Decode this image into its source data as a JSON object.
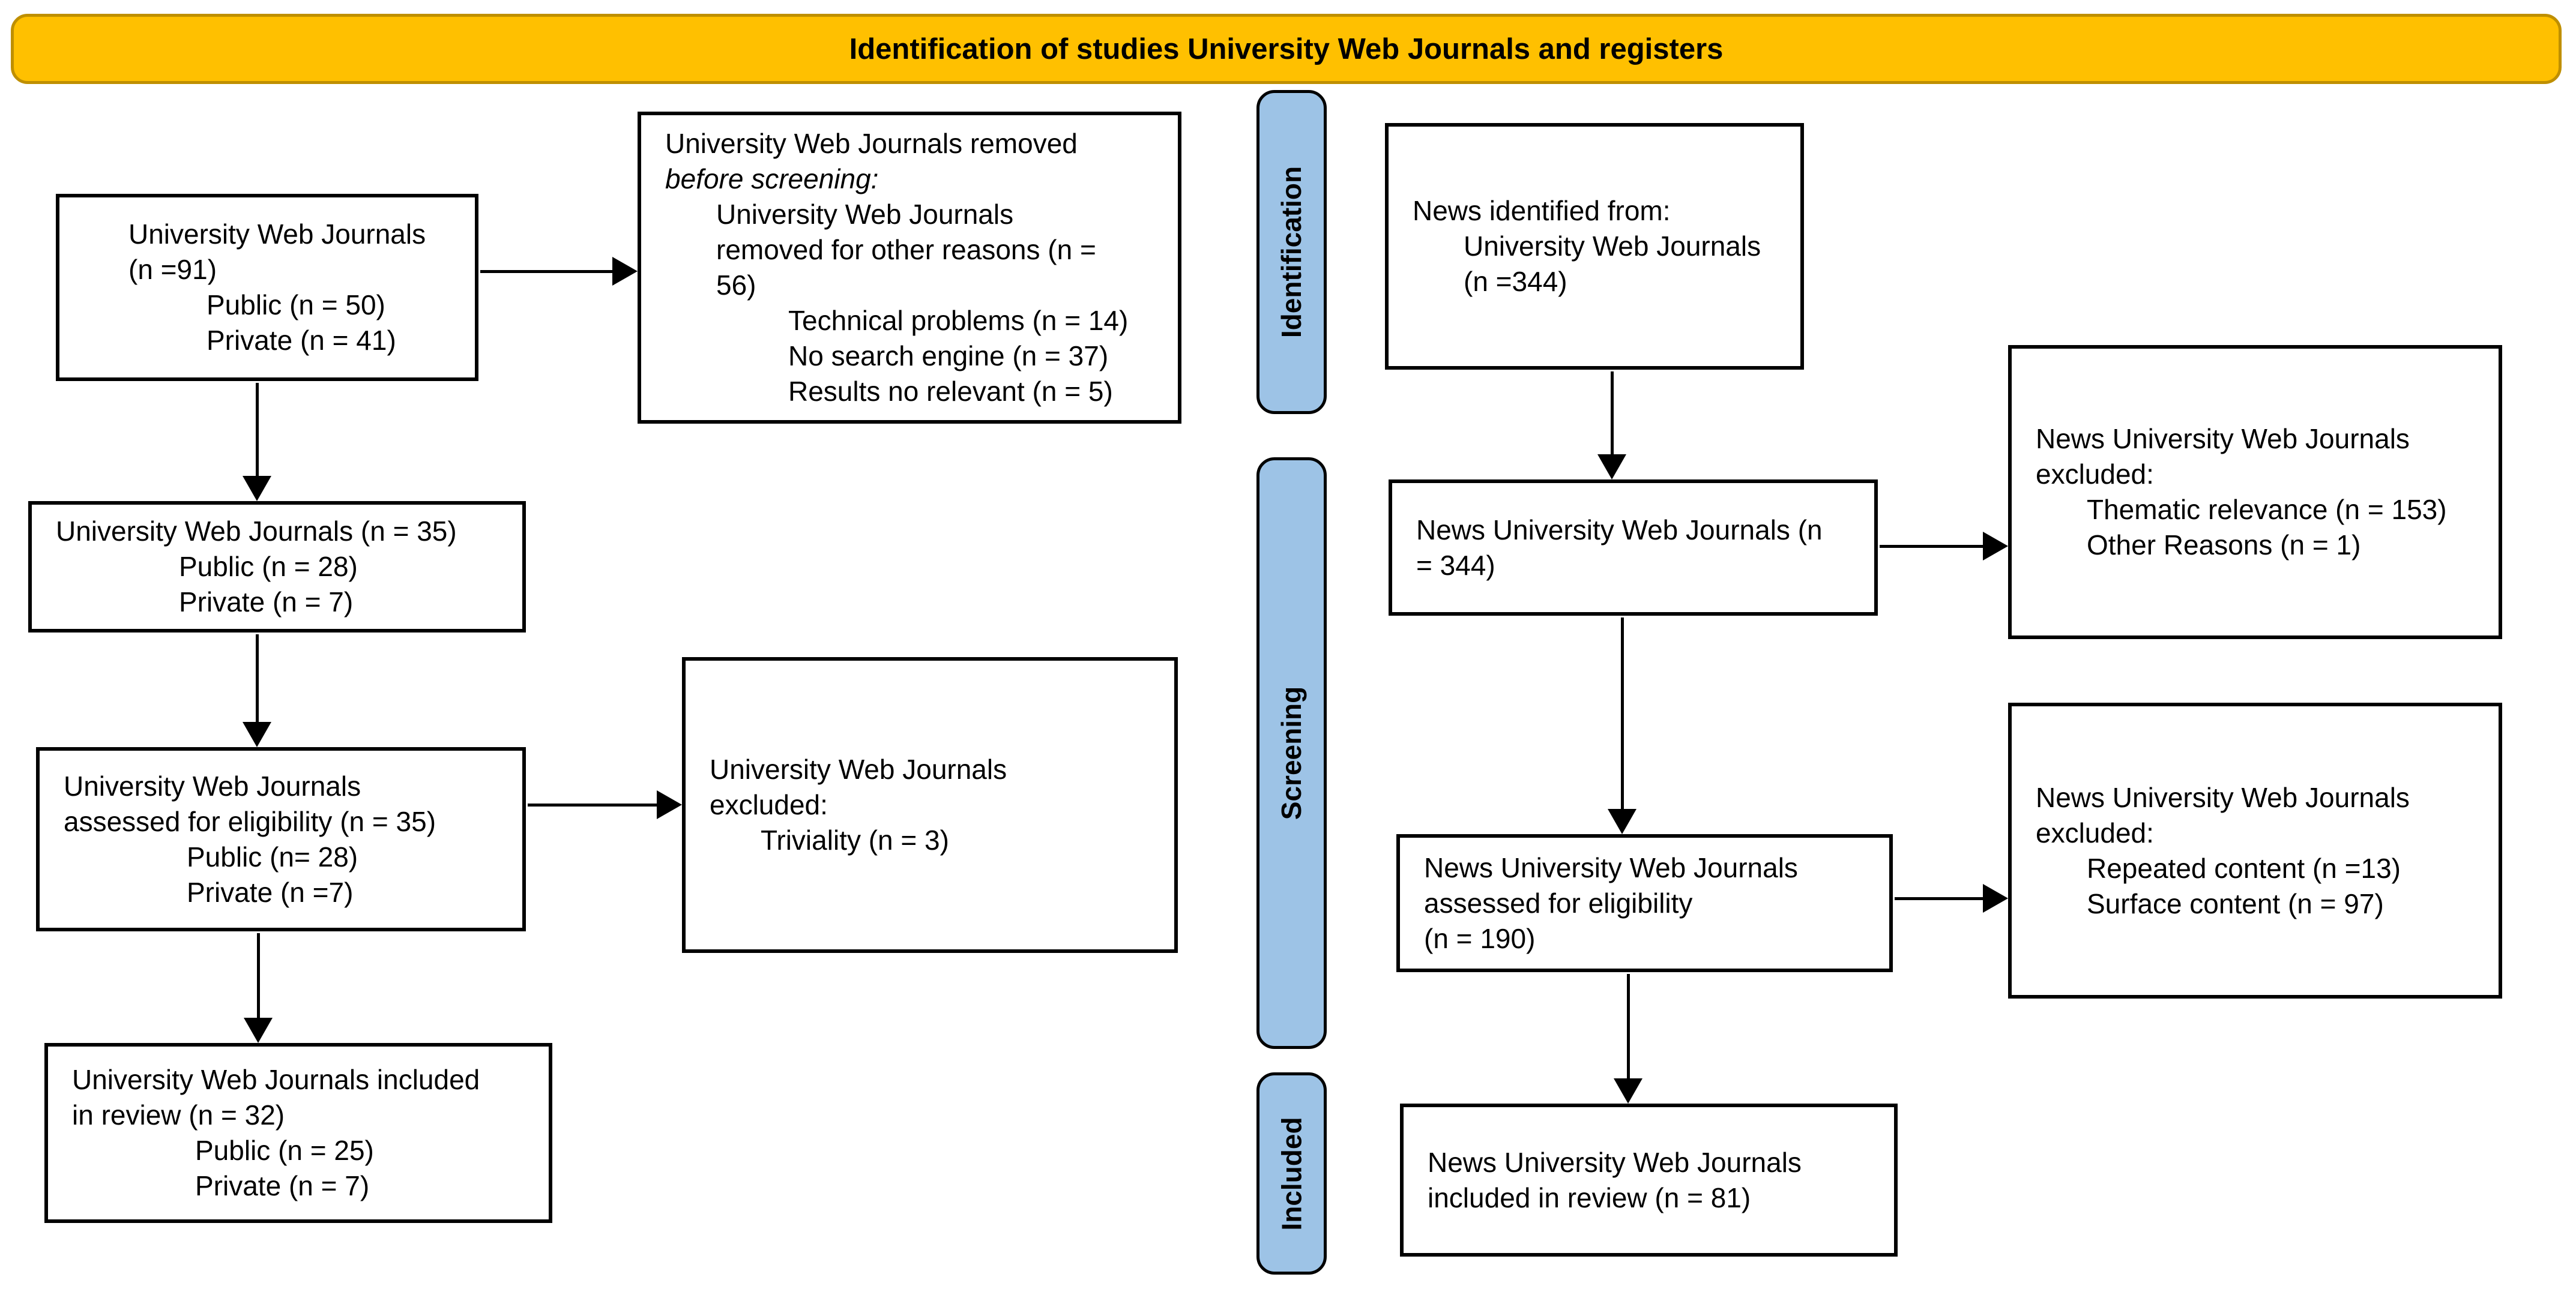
{
  "title": {
    "text": "Identification of studies University Web Journals and registers"
  },
  "colors": {
    "title_bg": "#FFC000",
    "title_border": "#BF8F00",
    "stage_bg": "#9DC3E6",
    "stage_border": "#000000",
    "box_bg": "#FFFFFF",
    "box_border": "#000000",
    "arrow": "#000000",
    "text": "#000000"
  },
  "stages": [
    {
      "id": "identification",
      "label": "Identification"
    },
    {
      "id": "screening",
      "label": "Screening"
    },
    {
      "id": "included",
      "label": "Included"
    }
  ],
  "boxes": {
    "uwj_records": {
      "lines": [
        "University Web Journals",
        "(n =91)",
        "Public (n = 50)",
        "Private (n = 41)"
      ]
    },
    "uwj_removed": {
      "lines": [
        "University Web Journals removed",
        "before screening:",
        "University Web Journals",
        "removed for other reasons (n =",
        "56)",
        "Technical problems (n = 14)",
        "No search engine (n = 37)",
        "Results no relevant (n = 5)"
      ]
    },
    "uwj_screened": {
      "lines": [
        "University Web Journals (n = 35)",
        "Public (n = 28)",
        "Private (n = 7)"
      ]
    },
    "uwj_assessed": {
      "lines": [
        "University Web Journals",
        "assessed for eligibility (n = 35)",
        "Public (n= 28)",
        "Private (n =7)"
      ]
    },
    "uwj_excluded": {
      "lines": [
        "University Web Journals",
        "excluded:",
        "Triviality (n = 3)"
      ]
    },
    "uwj_included": {
      "lines": [
        "University Web Journals included",
        "in review (n = 32)",
        "Public (n = 25)",
        "Private (n = 7)"
      ]
    },
    "news_identified": {
      "lines": [
        "News identified from:",
        "University Web Journals",
        "(n =344)"
      ]
    },
    "news_screened": {
      "lines": [
        "News University Web Journals (n",
        "= 344)"
      ]
    },
    "news_excluded_screening": {
      "lines": [
        "News University Web Journals",
        "excluded:",
        "Thematic relevance (n = 153)",
        "Other Reasons (n = 1)"
      ]
    },
    "news_assessed": {
      "lines": [
        "News University Web Journals",
        "assessed for eligibility",
        "(n = 190)"
      ]
    },
    "news_excluded_eligibility": {
      "lines": [
        "News University Web Journals",
        "excluded:",
        "Repeated content (n =13)",
        "Surface content (n = 97)"
      ]
    },
    "news_included": {
      "lines": [
        "News University Web Journals",
        "included in review (n = 81)"
      ]
    }
  }
}
